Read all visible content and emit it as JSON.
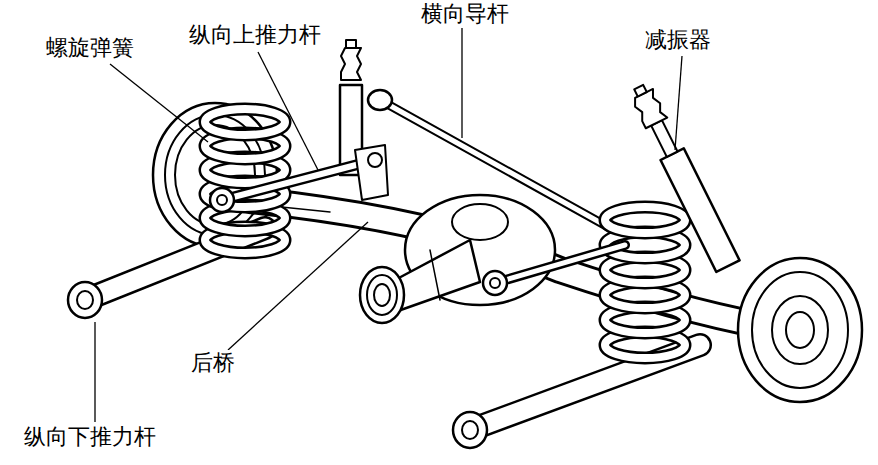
{
  "diagram": {
    "labels": [
      "螺旋弹簧",
      "纵向上推力杆",
      "横向导杆",
      "减振器",
      "后桥",
      "纵向下推力杆"
    ]
  }
}
